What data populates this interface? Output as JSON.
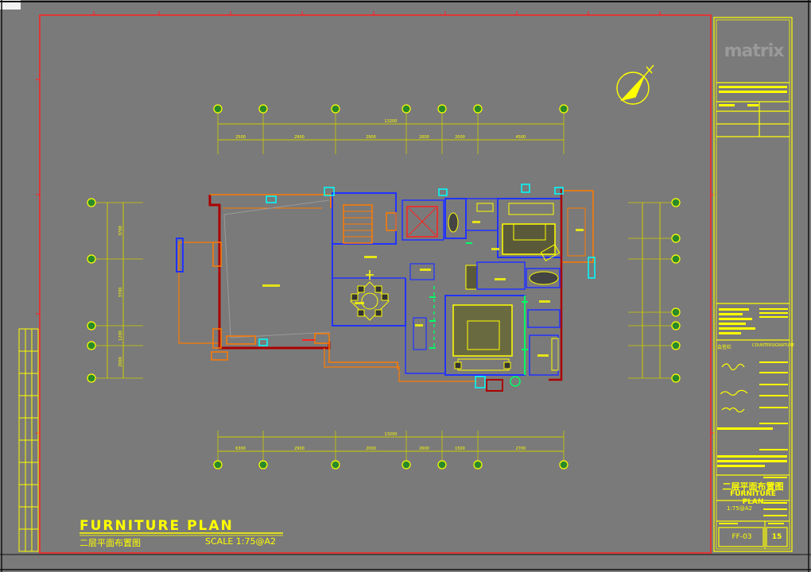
{
  "titles": {
    "main": "FURNITURE PLAN",
    "sub_cn": "二层平面布置图",
    "scale": "SCALE  1:75@A2"
  },
  "title_block": {
    "logo": "matrix",
    "drawing_cn": "二层平面布置图",
    "drawing_en": "FURNITURE PLAN",
    "scale": "1:75@A2",
    "drawing_no": "FF-03",
    "sheet": "15",
    "countersign_cn": "会签栏",
    "countersign_en": "COUNTERSIGNATURE"
  },
  "dimensions": {
    "top_total": "13200",
    "top_segments": [
      "2500",
      "2900",
      "2900",
      "2000",
      "2000",
      "4500"
    ],
    "bottom_total": "13200",
    "bottom_segments": [
      "6300",
      "2900",
      "2000",
      "2600",
      "1500",
      "2700"
    ],
    "left_segments": [
      "3700",
      "3700",
      "1200",
      "2000"
    ]
  },
  "colors": {
    "background": "#7a7a7a",
    "border": "#ff2020",
    "title": "#ffff00",
    "grid_axis": "#00ffff",
    "grid_bubble": "#ffff00",
    "wall_blue": "#2233ff",
    "wall_orange": "#ff7a00",
    "wall_dark_red": "#aa0000",
    "dim_line": "#cccc00"
  },
  "icons": [
    "north-arrow-icon",
    "grid-bubble-icon"
  ]
}
